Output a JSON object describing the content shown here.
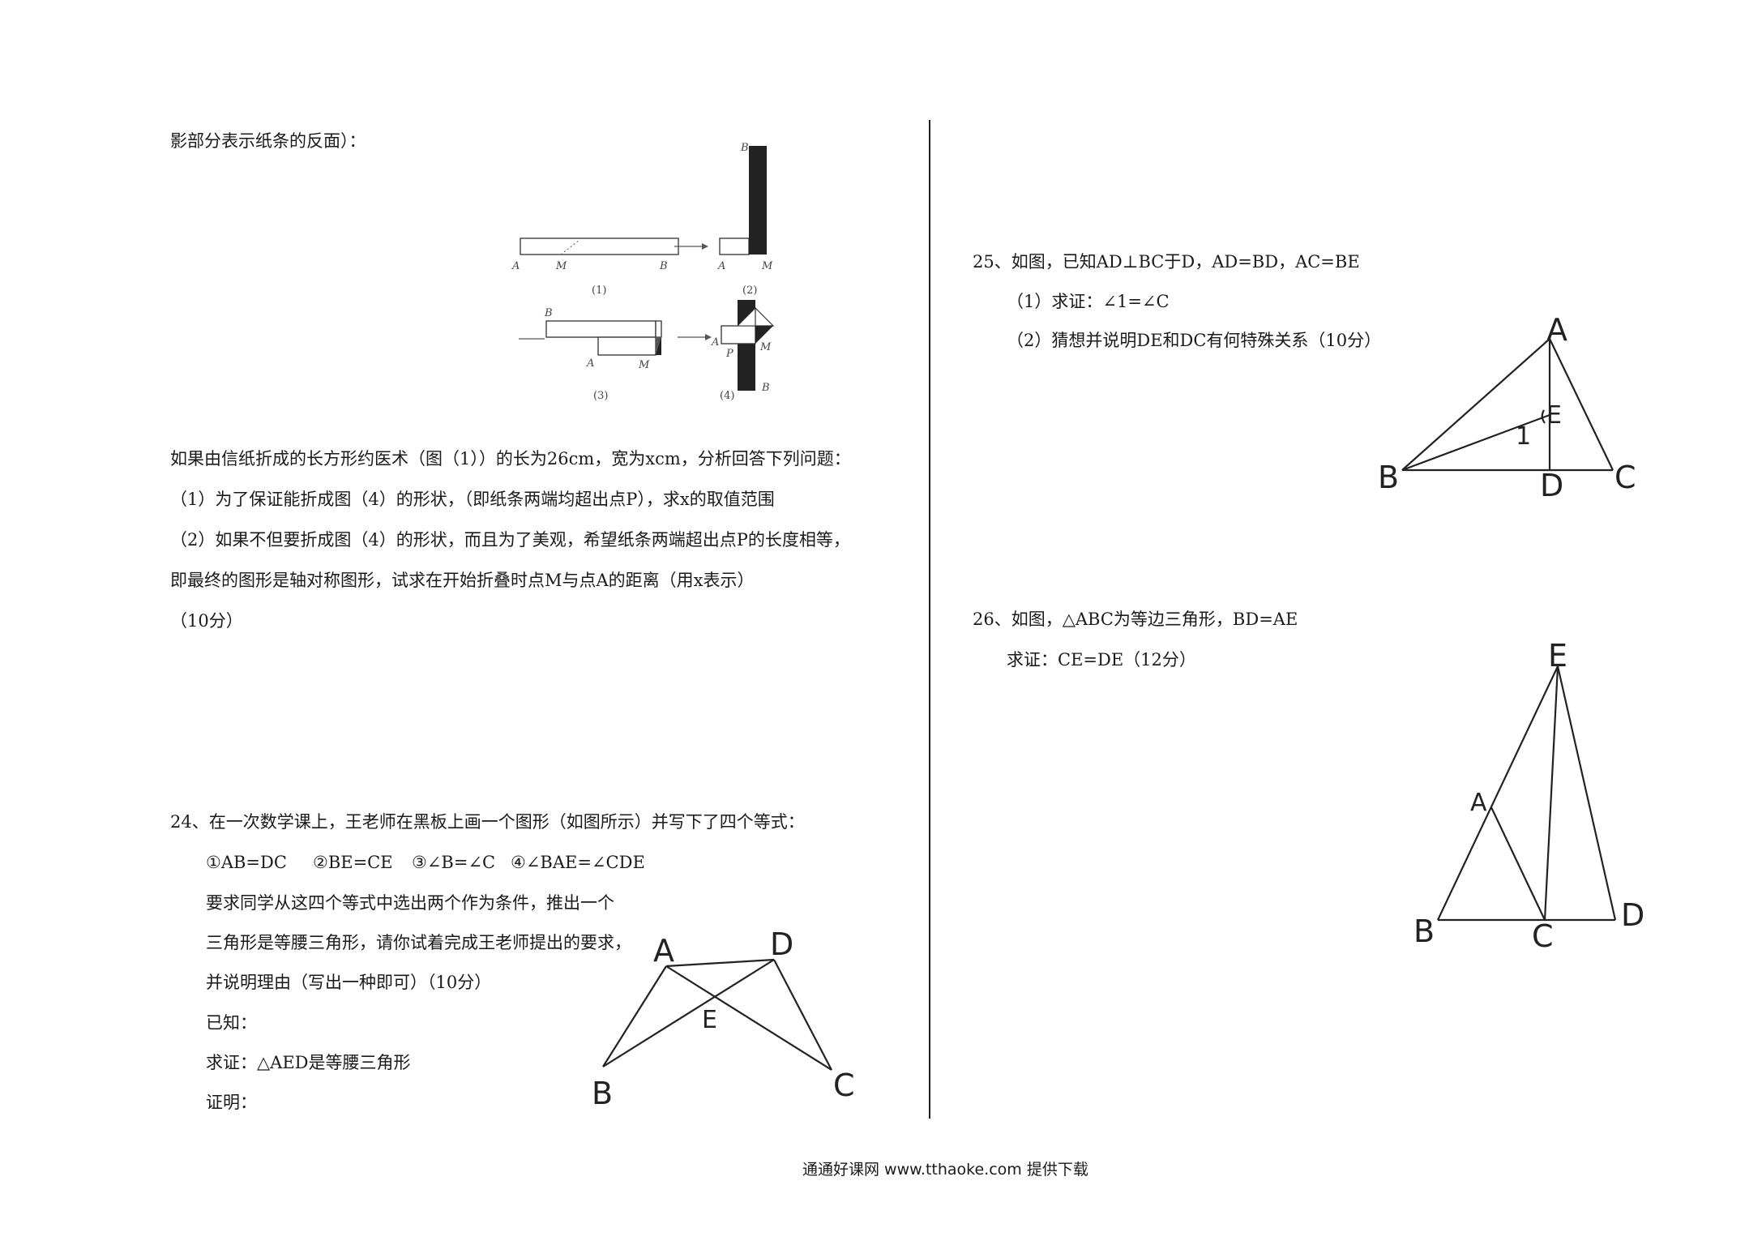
{
  "left": {
    "intro_tail": "影部分表示纸条的反面）：",
    "fold_figure": {
      "labels": {
        "A": "A",
        "B": "B",
        "M": "M",
        "P": "P"
      },
      "captions": [
        "(1)",
        "(2)",
        "(3)",
        "(4)"
      ]
    },
    "q23_lines": [
      "如果由信纸折成的长方形约医术（图（1））的长为26cm，宽为xcm，分析回答下列问题：",
      "（1）为了保证能折成图（4）的形状，（即纸条两端均超出点P），求x的取值范围",
      "（2）如果不但要折成图（4）的形状，而且为了美观，希望纸条两端超出点P的长度相等，",
      "即最终的图形是轴对称图形，试求在开始折叠时点M与点A的距离（用x表示）",
      "（10分）"
    ],
    "q24": {
      "title": "24、在一次数学课上，王老师在黑板上画一个图形（如图所示）并写下了四个等式：",
      "equalities": [
        "①AB=DC",
        "②BE=CE",
        "③∠B=∠C",
        "④∠BAE=∠CDE"
      ],
      "lines": [
        "要求同学从这四个等式中选出两个作为条件，推出一个",
        "三角形是等腰三角形，请你试着完成王老师提出的要求，",
        "并说明理由（写出一种即可）（10分）",
        "已知：",
        "求证：△AED是等腰三角形",
        "证明："
      ],
      "figure_labels": {
        "A": "A",
        "B": "B",
        "C": "C",
        "D": "D",
        "E": "E"
      }
    }
  },
  "right": {
    "q25": {
      "title": "25、如图，已知AD⊥BC于D，AD=BD，AC=BE",
      "lines": [
        "（1）求证：∠1=∠C",
        "（2）猜想并说明DE和DC有何特殊关系（10分）"
      ],
      "figure_labels": {
        "A": "A",
        "B": "B",
        "C": "C",
        "D": "D",
        "E": "E",
        "angle": "1"
      }
    },
    "q26": {
      "title": "26、如图，△ABC为等边三角形，BD=AE",
      "line": "求证：CE=DE（12分）",
      "figure_labels": {
        "A": "A",
        "B": "B",
        "C": "C",
        "D": "D",
        "E": "E"
      }
    }
  },
  "footer": "通通好课网 www.tthaoke.com 提供下载"
}
